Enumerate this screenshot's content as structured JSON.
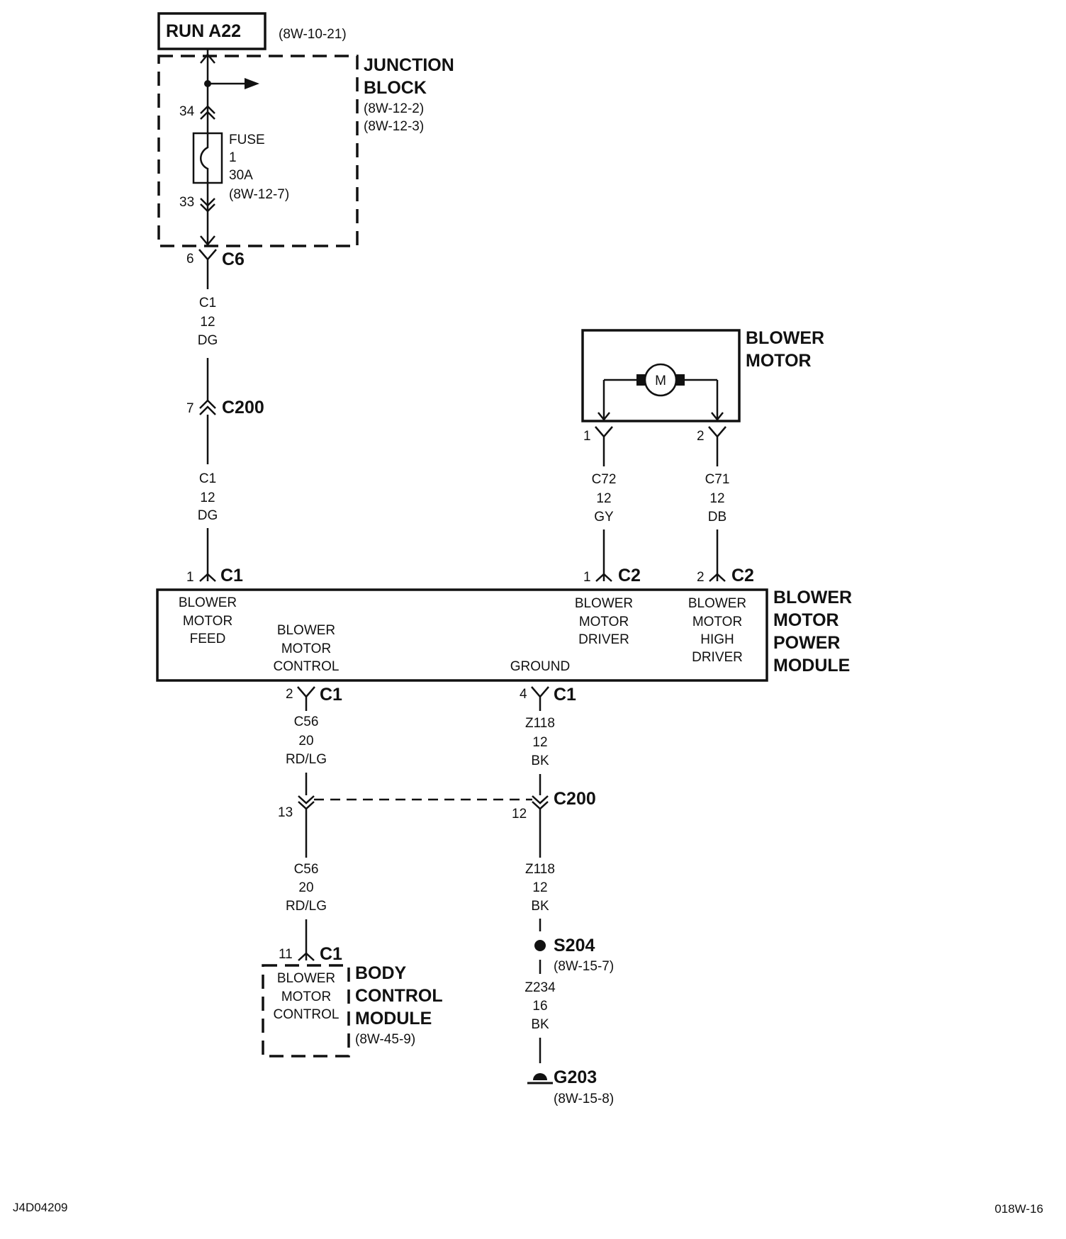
{
  "run": {
    "label": "RUN A22",
    "ref": "(8W-10-21)"
  },
  "junction_block": {
    "title_line1": "JUNCTION",
    "title_line2": "BLOCK",
    "ref1": "(8W-12-2)",
    "ref2": "(8W-12-3)",
    "pin_top": "34",
    "pin_bottom": "33",
    "fuse": {
      "label": "FUSE",
      "number": "1",
      "rating": "30A",
      "ref": "(8W-12-7)"
    }
  },
  "connectors": {
    "c6": {
      "pin": "6",
      "name": "C6"
    },
    "c200_top": {
      "pin": "7",
      "name": "C200"
    },
    "bmpm_c1_feed": {
      "pin": "1",
      "name": "C1"
    },
    "bmpm_c2_driver": {
      "pin": "1",
      "name": "C2"
    },
    "bmpm_c2_high": {
      "pin": "2",
      "name": "C2"
    },
    "bmpm_c1_control": {
      "pin": "2",
      "name": "C1"
    },
    "bmpm_c1_ground": {
      "pin": "4",
      "name": "C1"
    },
    "c200_bottom": {
      "pin_left": "13",
      "pin_right": "12",
      "name": "C200"
    },
    "bcm_c1": {
      "pin": "11",
      "name": "C1"
    },
    "motor_pin1": "1",
    "motor_pin2": "2"
  },
  "wires": {
    "feed_upper": {
      "circuit": "C1",
      "gauge": "12",
      "color": "DG"
    },
    "feed_lower": {
      "circuit": "C1",
      "gauge": "12",
      "color": "DG"
    },
    "driver": {
      "circuit": "C72",
      "gauge": "12",
      "color": "GY"
    },
    "high_driver": {
      "circuit": "C71",
      "gauge": "12",
      "color": "DB"
    },
    "control_upper": {
      "circuit": "C56",
      "gauge": "20",
      "color": "RD/LG"
    },
    "control_lower": {
      "circuit": "C56",
      "gauge": "20",
      "color": "RD/LG"
    },
    "ground_upper": {
      "circuit": "Z118",
      "gauge": "12",
      "color": "BK"
    },
    "ground_middle": {
      "circuit": "Z118",
      "gauge": "12",
      "color": "BK"
    },
    "ground_lower": {
      "circuit": "Z234",
      "gauge": "16",
      "color": "BK"
    }
  },
  "blower_motor": {
    "title_line1": "BLOWER",
    "title_line2": "MOTOR",
    "symbol": "M"
  },
  "power_module": {
    "title": [
      "BLOWER",
      "MOTOR",
      "POWER",
      "MODULE"
    ],
    "feed": [
      "BLOWER",
      "MOTOR",
      "FEED"
    ],
    "control": [
      "BLOWER",
      "MOTOR",
      "CONTROL"
    ],
    "driver": [
      "BLOWER",
      "MOTOR",
      "DRIVER"
    ],
    "high_driver": [
      "BLOWER",
      "MOTOR",
      "HIGH",
      "DRIVER"
    ],
    "ground": "GROUND"
  },
  "body_control_module": {
    "title": [
      "BODY",
      "CONTROL",
      "MODULE"
    ],
    "ref": "(8W-45-9)",
    "pin_label": [
      "BLOWER",
      "MOTOR",
      "CONTROL"
    ]
  },
  "splice": {
    "name": "S204",
    "ref": "(8W-15-7)"
  },
  "ground": {
    "name": "G203",
    "ref": "(8W-15-8)"
  },
  "footer": {
    "left": "J4D04209",
    "right": "018W-16"
  }
}
